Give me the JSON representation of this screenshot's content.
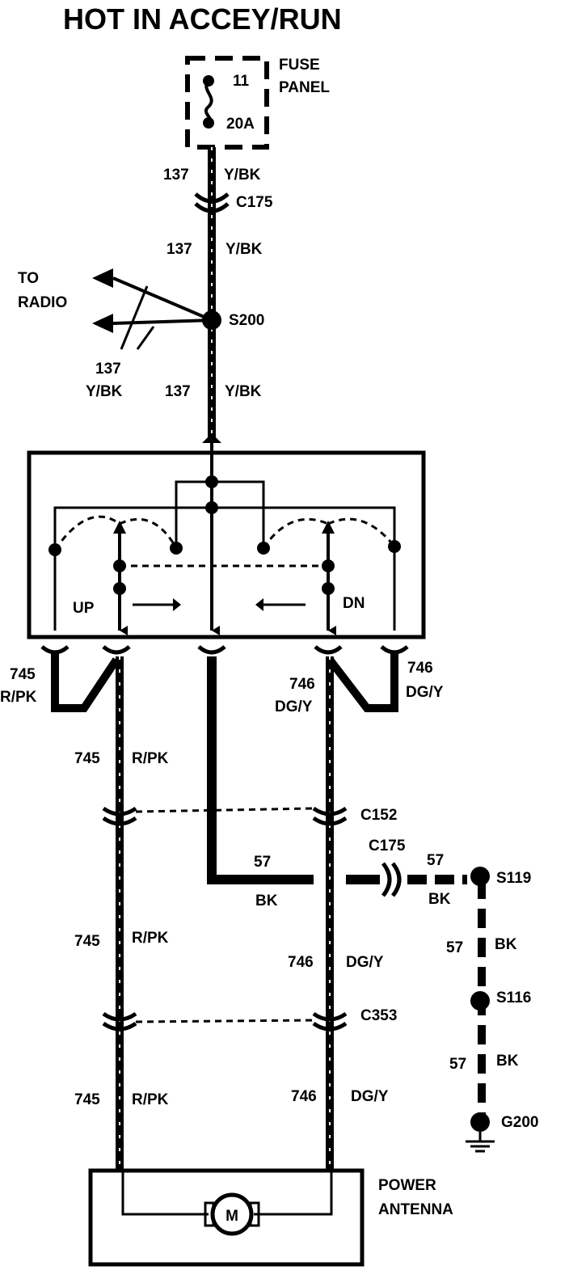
{
  "title": "HOT IN ACCEY/RUN",
  "fuse": {
    "panel_line1": "FUSE",
    "panel_line2": "PANEL",
    "number": "11",
    "rating": "20A"
  },
  "connectors": {
    "c175_top": "C175",
    "c152": "C152",
    "c175_ground": "C175",
    "c353": "C353"
  },
  "splices": {
    "s200": "S200",
    "s119": "S119",
    "s116": "S116"
  },
  "ground": {
    "g200": "G200"
  },
  "radio": {
    "line1": "TO",
    "line2": "RADIO"
  },
  "switch": {
    "up": "UP",
    "dn": "DN"
  },
  "motor": {
    "symbol": "M",
    "label_line1": "POWER",
    "label_line2": "ANTENNA"
  },
  "wires": {
    "w137": {
      "circuit": "137",
      "color": "Y/BK"
    },
    "w745": {
      "circuit": "745",
      "color": "R/PK"
    },
    "w746": {
      "circuit": "746",
      "color": "DG/Y"
    },
    "w57": {
      "circuit": "57",
      "color": "BK"
    }
  }
}
